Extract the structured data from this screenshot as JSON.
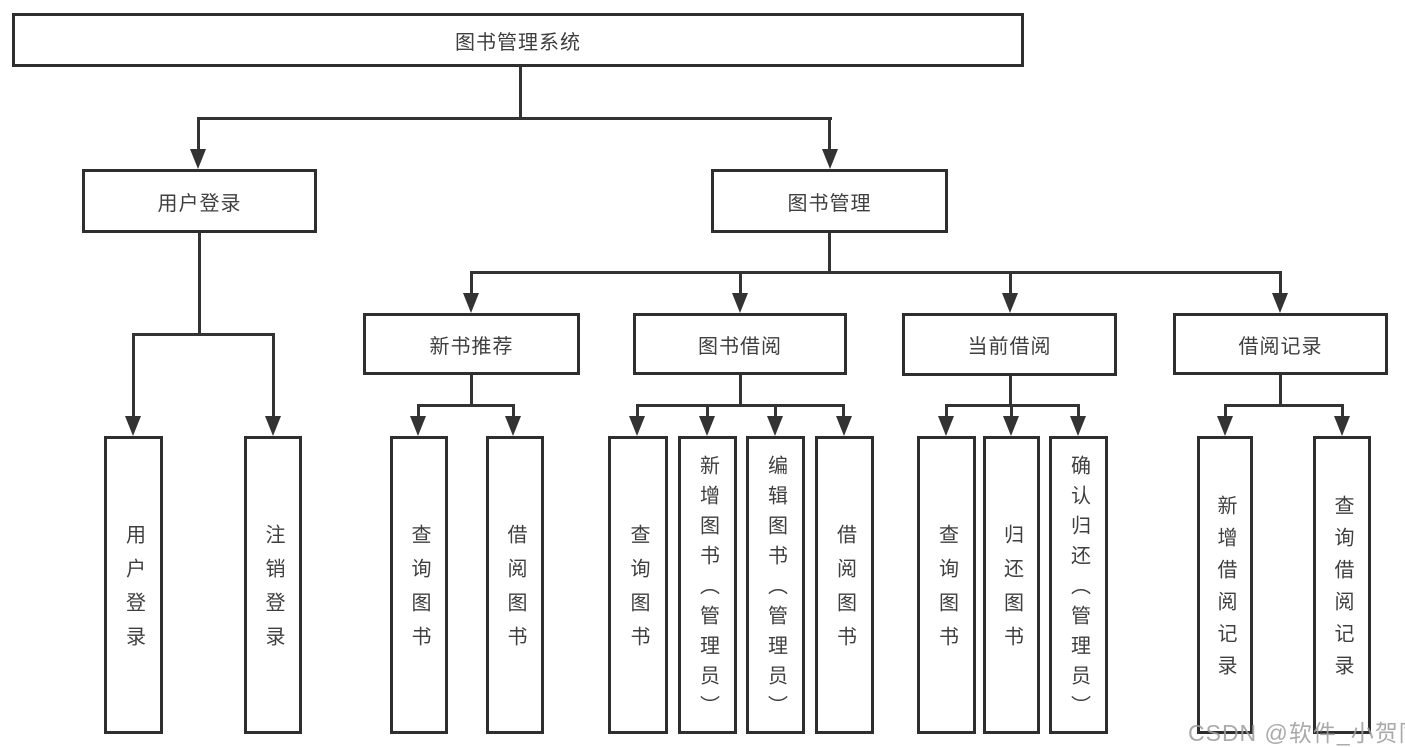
{
  "nodes": {
    "root": "图书管理系统",
    "user_login": "用户登录",
    "book_mgmt": "图书管理",
    "new_book_rec": "新书推荐",
    "book_borrow": "图书借阅",
    "current_borrow": "当前借阅",
    "borrow_records": "借阅记录",
    "leaf_user_login": "用户登录",
    "leaf_logout": "注销登录",
    "leaf_query_book_a": "查询图书",
    "leaf_borrow_book_a": "借阅图书",
    "leaf_query_book_b": "查询图书",
    "leaf_add_book_admin": "新增图书（管理员）",
    "leaf_edit_book_admin": "编辑图书（管理员）",
    "leaf_borrow_book_b": "借阅图书",
    "leaf_query_book_c": "查询图书",
    "leaf_return_book": "归还图书",
    "leaf_confirm_return_admin": "确认归还（管理员）",
    "leaf_add_borrow_record": "新增借阅记录",
    "leaf_query_borrow_record": "查询借阅记录"
  },
  "watermark": {
    "text": "CSDN @软件_小贺同学",
    "color": "#9e9e9e"
  },
  "style": {
    "line_color": "#333333",
    "box_border_color": "#2e2e2e",
    "text_color": "#3f3f3f",
    "background": "#ffffff"
  }
}
